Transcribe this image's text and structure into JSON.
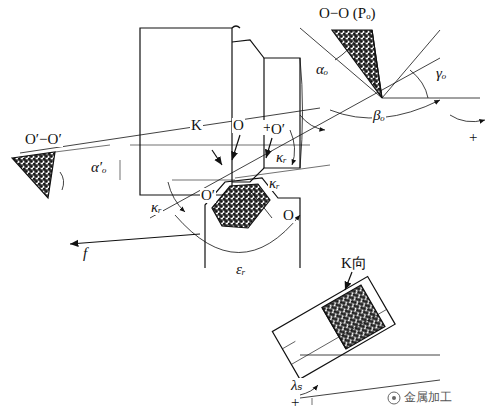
{
  "diagram": {
    "labels": [
      "O−O (Pₒ)",
      "αₒ",
      "γₒ",
      "βₒ",
      "+",
      "+",
      "O′−O′",
      "α′ₒ",
      "K",
      "O",
      "O′",
      "κᵣ",
      "κᵣ",
      "κᵣ",
      "O′",
      "O",
      "εᵣ",
      "f",
      "K向",
      "λₛ",
      "+",
      "金属加工"
    ]
  }
}
